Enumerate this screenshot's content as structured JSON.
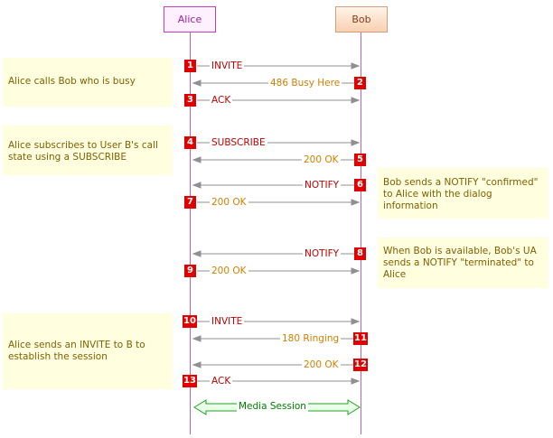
{
  "participants": {
    "alice": "Alice",
    "bob": "Bob"
  },
  "notes": {
    "n1": "Alice calls Bob who is busy",
    "n2": "Alice subscribes to User B's call state using a SUBSCRIBE",
    "n3": "Bob sends a NOTIFY \"confirmed\" to Alice with the dialog information",
    "n4": "When Bob is available, Bob's UA sends a NOTIFY \"terminated\" to Alice",
    "n5": "Alice sends an INVITE to B to establish the session"
  },
  "messages": [
    {
      "n": "1",
      "label": "INVITE",
      "dir": "right"
    },
    {
      "n": "2",
      "label": "486 Busy Here",
      "dir": "left"
    },
    {
      "n": "3",
      "label": "ACK",
      "dir": "right"
    },
    {
      "n": "4",
      "label": "SUBSCRIBE",
      "dir": "right"
    },
    {
      "n": "5",
      "label": "200 OK",
      "dir": "left"
    },
    {
      "n": "6",
      "label": "NOTIFY",
      "dir": "left"
    },
    {
      "n": "7",
      "label": "200 OK",
      "dir": "right"
    },
    {
      "n": "8",
      "label": "NOTIFY",
      "dir": "left"
    },
    {
      "n": "9",
      "label": "200 OK",
      "dir": "right"
    },
    {
      "n": "10",
      "label": "INVITE",
      "dir": "right"
    },
    {
      "n": "11",
      "label": "180 Ringing",
      "dir": "left"
    },
    {
      "n": "12",
      "label": "200 OK",
      "dir": "left"
    },
    {
      "n": "13",
      "label": "ACK",
      "dir": "right"
    }
  ],
  "media": "Media Session",
  "colors": {
    "request": "#c00000",
    "response": "#d08000",
    "arrow": "#909090",
    "badge": "#e00000",
    "media": "#008000"
  }
}
